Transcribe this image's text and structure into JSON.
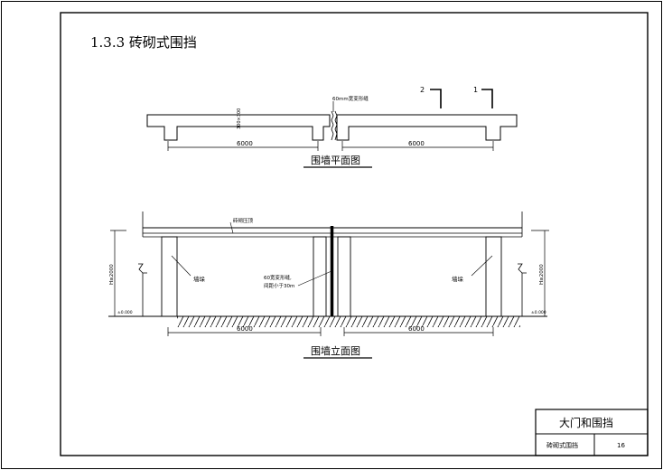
{
  "section_title": "1.3.3  砖砌式围挡",
  "plan": {
    "title": "围墙平面图",
    "joint_note": "60mm宽变形缝",
    "dim_left": "6000",
    "dim_right": "6000",
    "pier_dim": "300×300",
    "section_mark_1": "1",
    "section_mark_2": "2"
  },
  "elevation": {
    "title": "围墙立面图",
    "coping_label": "砖砌压顶",
    "pier_label_left": "墙垛",
    "pier_label_right": "墙垛",
    "joint_note_line1": "60宽变形缝,",
    "joint_note_line2": "间距小于30m",
    "height_left": "H≥2000",
    "height_right": "H≥2000",
    "ground_left": "±0.000",
    "ground_right": "±0.000",
    "dim_left": "6000",
    "dim_right": "6000"
  },
  "title_block": {
    "project": "大门和围挡",
    "drawing_name": "砖砌式围挡",
    "page": "16"
  }
}
